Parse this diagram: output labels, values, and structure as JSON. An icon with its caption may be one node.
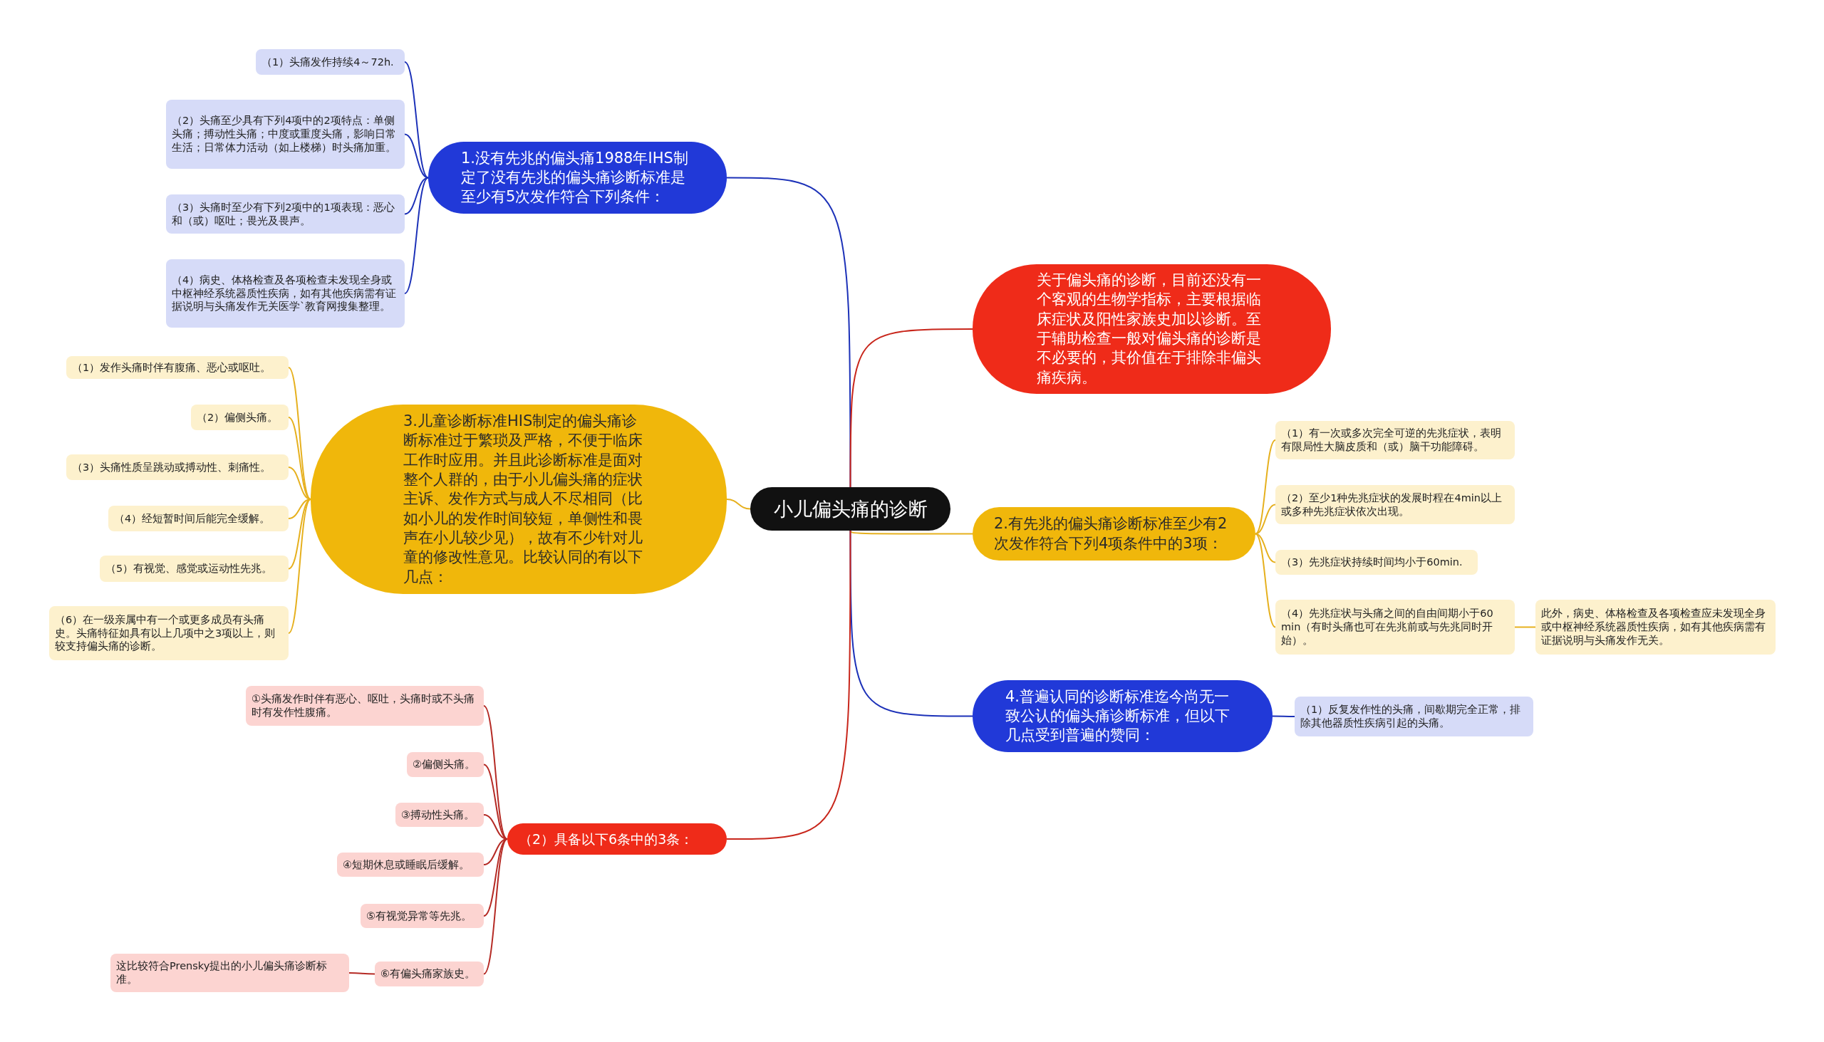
{
  "diagram": {
    "nodes": [
      {
        "text": [
          "小儿偏头痛的诊断"
        ]
      },
      {
        "text": [
          "1.没有先兆的偏头痛1988年IHS制定了没有先兆的偏头痛诊断标准是至少有5次发作符合下列条件："
        ]
      },
      {
        "text": [
          "（1）头痛发作持续4～72h."
        ]
      },
      {
        "text": [
          "（2）头痛至少具有下列4项中的2项特点：单侧头痛；搏动性头痛；中度或重度头痛，影响日常生活；日常体力活动（如上楼梯）时头痛加重。"
        ]
      },
      {
        "text": [
          "（3）头痛时至少有下列2项中的1项表现：恶心和（或）呕吐；畏光及畏声。"
        ]
      },
      {
        "text": [
          "（4）病史、体格检查及各项检查未发现全身或中枢神经系统器质性疾病，如有其他疾病需有证据说明与头痛发作无关医学`教育网搜集整理。"
        ]
      },
      {
        "text": [
          "关于偏头痛的诊断，目前还没有一个客观的生物学指标，主要根据临床症状及阳性家族史加以诊断。至于辅助检查一般对偏头痛的诊断是不必要的，其价值在于排除非偏头痛疾病。"
        ]
      },
      {
        "text": [
          "3.儿童诊断标准HIS制定的偏头痛诊断标准过于繁琐及严格，不便于临床工作时应用。并且此诊断标准是面对整个人群的，由于小儿偏头痛的症状主诉、发作方式与成人不尽相同（比如小儿的发作时间较短，单侧性和畏声在小儿较少见），故有不少针对儿童的修改性意见。比较认同的有以下几点："
        ]
      },
      {
        "text": [
          "（1）发作头痛时伴有腹痛、恶心或呕吐。"
        ]
      },
      {
        "text": [
          "（2）偏侧头痛。"
        ]
      },
      {
        "text": [
          "（3）头痛性质呈跳动或搏动性、刺痛性。"
        ]
      },
      {
        "text": [
          "（4）经短暂时间后能完全缓解。"
        ]
      },
      {
        "text": [
          "（5）有视觉、感觉或运动性先兆。"
        ]
      },
      {
        "text": [
          "（6）在一级亲属中有一个或更多成员有头痛史。头痛特征如具有以上几项中之3项以上，则较支持偏头痛的诊断。"
        ]
      },
      {
        "text": [
          "2.有先兆的偏头痛诊断标准至少有2次发作符合下列4项条件中的3项："
        ]
      },
      {
        "text": [
          "（1）有一次或多次完全可逆的先兆症状，表明有限局性大脑皮质和（或）脑干功能障碍。"
        ]
      },
      {
        "text": [
          "（2）至少1种先兆症状的发展时程在4min以上或多种先兆症状依次出现。"
        ]
      },
      {
        "text": [
          "（3）先兆症状持续时间均小于60min."
        ]
      },
      {
        "text": [
          "（4）先兆症状与头痛之间的自由间期小于60 min（有时头痛也可在先兆前或与先兆同时开始）。"
        ]
      },
      {
        "text": [
          "此外，病史、体格检查及各项检查应未发现全身或中枢神经系统器质性疾病，如有其他疾病需有证据说明与头痛发作无关。"
        ]
      },
      {
        "text": [
          "4.普遍认同的诊断标准迄今尚无一致公认的偏头痛诊断标准，但以下几点受到普遍的赞同："
        ]
      },
      {
        "text": [
          "（1）反复发作性的头痛，间歇期完全正常，排除其他器质性疾病引起的头痛。"
        ]
      },
      {
        "text": [
          "（2）具备以下6条中的3条："
        ]
      },
      {
        "text": [
          "①头痛发作时伴有恶心、呕吐，头痛时或不头痛时有发作性腹痛。"
        ]
      },
      {
        "text": [
          "②偏侧头痛。"
        ]
      },
      {
        "text": [
          "③搏动性头痛。"
        ]
      },
      {
        "text": [
          "④短期休息或睡眠后缓解。"
        ]
      },
      {
        "text": [
          "⑤有视觉异常等先兆。"
        ]
      },
      {
        "text": [
          "⑥有偏头痛家族史。"
        ]
      },
      {
        "text": [
          "这比较符合Prensky提出的小儿偏头痛诊断标准。"
        ]
      }
    ],
    "edges": [
      {
        "from": 0,
        "to": 1,
        "arrow": "none",
        "color": "#1c31b8"
      },
      {
        "from": 1,
        "to": 2,
        "arrow": "none",
        "color": "#1c31b8"
      },
      {
        "from": 1,
        "to": 3,
        "arrow": "none",
        "color": "#1c31b8"
      },
      {
        "from": 1,
        "to": 4,
        "arrow": "none",
        "color": "#1c31b8"
      },
      {
        "from": 1,
        "to": 5,
        "arrow": "none",
        "color": "#1c31b8"
      },
      {
        "from": 0,
        "to": 6,
        "arrow": "none",
        "color": "#c8261b"
      },
      {
        "from": 0,
        "to": 7,
        "arrow": "none",
        "color": "#e6b01e"
      },
      {
        "from": 7,
        "to": 8,
        "arrow": "none",
        "color": "#e6b01e"
      },
      {
        "from": 7,
        "to": 9,
        "arrow": "none",
        "color": "#e6b01e"
      },
      {
        "from": 7,
        "to": 10,
        "arrow": "none",
        "color": "#e6b01e"
      },
      {
        "from": 7,
        "to": 11,
        "arrow": "none",
        "color": "#e6b01e"
      },
      {
        "from": 7,
        "to": 12,
        "arrow": "none",
        "color": "#e6b01e"
      },
      {
        "from": 7,
        "to": 13,
        "arrow": "none",
        "color": "#e6b01e"
      },
      {
        "from": 0,
        "to": 14,
        "arrow": "none",
        "color": "#e6b01e"
      },
      {
        "from": 14,
        "to": 15,
        "arrow": "none",
        "color": "#e6b01e"
      },
      {
        "from": 14,
        "to": 16,
        "arrow": "none",
        "color": "#e6b01e"
      },
      {
        "from": 14,
        "to": 17,
        "arrow": "none",
        "color": "#e6b01e"
      },
      {
        "from": 14,
        "to": 18,
        "arrow": "none",
        "color": "#e6b01e"
      },
      {
        "from": 18,
        "to": 19,
        "arrow": "none",
        "color": "#e6b01e"
      },
      {
        "from": 0,
        "to": 20,
        "arrow": "none",
        "color": "#1c31b8"
      },
      {
        "from": 20,
        "to": 21,
        "arrow": "none",
        "color": "#1c31b8"
      },
      {
        "from": 0,
        "to": 22,
        "arrow": "none",
        "color": "#c8261b"
      },
      {
        "from": 22,
        "to": 23,
        "arrow": "none",
        "color": "#b52a24"
      },
      {
        "from": 22,
        "to": 24,
        "arrow": "none",
        "color": "#b52a24"
      },
      {
        "from": 22,
        "to": 25,
        "arrow": "none",
        "color": "#b52a24"
      },
      {
        "from": 22,
        "to": 26,
        "arrow": "none",
        "color": "#b52a24"
      },
      {
        "from": 22,
        "to": 27,
        "arrow": "none",
        "color": "#b52a24"
      },
      {
        "from": 22,
        "to": 28,
        "arrow": "none",
        "color": "#b52a24"
      },
      {
        "from": 28,
        "to": 29,
        "arrow": "none",
        "color": "#b52a24"
      }
    ]
  }
}
